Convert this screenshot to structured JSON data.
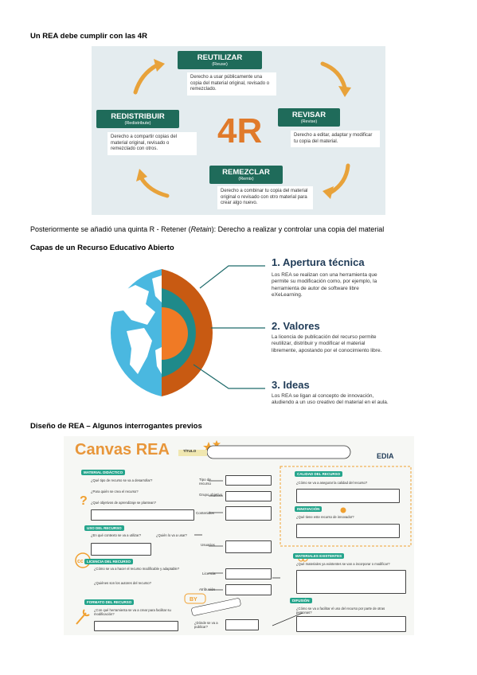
{
  "sections": {
    "heading_4r": "Un REA debe cumplir con las 4R",
    "fifth_r": {
      "prefix": "Posteriormente se añadió una quinta R - Retener (",
      "italic": "Retain",
      "suffix": "): Derecho a realizar y controlar una copia del material"
    },
    "heading_layers": "Capas de un Recurso Educativo Abierto",
    "heading_canvas": "Diseño de REA – Algunos interrogantes previos"
  },
  "fig_4r": {
    "center": "4R",
    "boxes": [
      {
        "title": "REUTILIZAR",
        "subtitle": "(Reuse)",
        "desc": "Derecho a usar públicamente una copia del material original, revisado o remezclado."
      },
      {
        "title": "REVISAR",
        "subtitle": "(Revise)",
        "desc": "Derecho a editar, adaptar y modificar tu copia del material."
      },
      {
        "title": "REMEZCLAR",
        "subtitle": "(Remix)",
        "desc": "Derecho a combinar tu copia del material original o revisado con otro material para crear algo nuevo."
      },
      {
        "title": "REDISTRIBUIR",
        "subtitle": "(Redistribute)",
        "desc": "Derecho a compartir copias del material original, revisado o remezclado con otros."
      }
    ],
    "colors": {
      "box": "#1f6b5a",
      "arrow": "#e8a23a",
      "center": "#e07a2a",
      "background": "#e4ecef"
    }
  },
  "fig_layers": {
    "layers": [
      {
        "title": "1. Apertura técnica",
        "desc": "Los REA se realizan con una herramienta que permite su modificación como, por ejemplo, la herramienta de autor de software libre eXeLearning."
      },
      {
        "title": "2. Valores",
        "desc": "La licencia de publicación del recurso permite reutilizar, distribuir y modificar el material libremente, apostando por el conocimiento libre."
      },
      {
        "title": "3. Ideas",
        "desc": "Los REA se ligan al concepto de innovación, aludiendo a un uso creativo del material en el aula."
      }
    ],
    "colors": {
      "ocean": "#4ab8e0",
      "land": "#ffffff",
      "outer": "#c85a12",
      "middle": "#1f8a8a",
      "core": "#f07a25",
      "title": "#1f3b57"
    }
  },
  "fig_canvas": {
    "title": "Canvas REA",
    "title_label": "TÍTULO",
    "logo": "EDIA",
    "sections": {
      "material": "MATERIAL DIDÁCTICO",
      "uso": "USO DEL RECURSO",
      "licencia": "LICENCIA DEL RECURSO",
      "formato": "FORMATO DEL RECURSO",
      "calidad": "CALIDAD DEL RECURSO",
      "innovacion": "INNOVACIÓN",
      "materiales": "MATERIALES EXISTENTES",
      "difusion": "DIFUSIÓN"
    },
    "questions": {
      "q1": "¿Qué tipo de recurso se va a desarrollar?",
      "q2": "¿Para quién se crea el recurso?",
      "q3": "¿Qué objetivos de aprendizaje se plantean?",
      "q4": "¿En qué contexto se va a utilizar?",
      "q5": "¿Quién lo va a usar?",
      "q6": "¿Cómo se va a hacer el recurso modificable y adaptable?",
      "q7": "¿Quiénes son los autores del recurso?",
      "q8": "¿Con qué herramienta se va a crear para facilitar su modificación?",
      "q9": "¿Dónde se va a publicar?",
      "q10": "¿Cómo se va a asegurar la calidad del recurso?",
      "q11": "¿Qué tiene este recurso de innovador?",
      "q12": "¿Qué materiales ya existentes se van a incorporar o modificar?",
      "q13": "¿Cómo se va a facilitar el uso del recurso por parte de otras personas?"
    },
    "labels": {
      "tipo": "Tipo de recurso",
      "grupo": "Grupo objetivo",
      "contenidos": "Contenidos",
      "usuarios": "Usuarios",
      "licencia": "Licencia",
      "atribucion": "Atribución"
    },
    "colors": {
      "bar": "#25a58c",
      "title": "#e8963a",
      "accent": "#f0a030"
    }
  }
}
